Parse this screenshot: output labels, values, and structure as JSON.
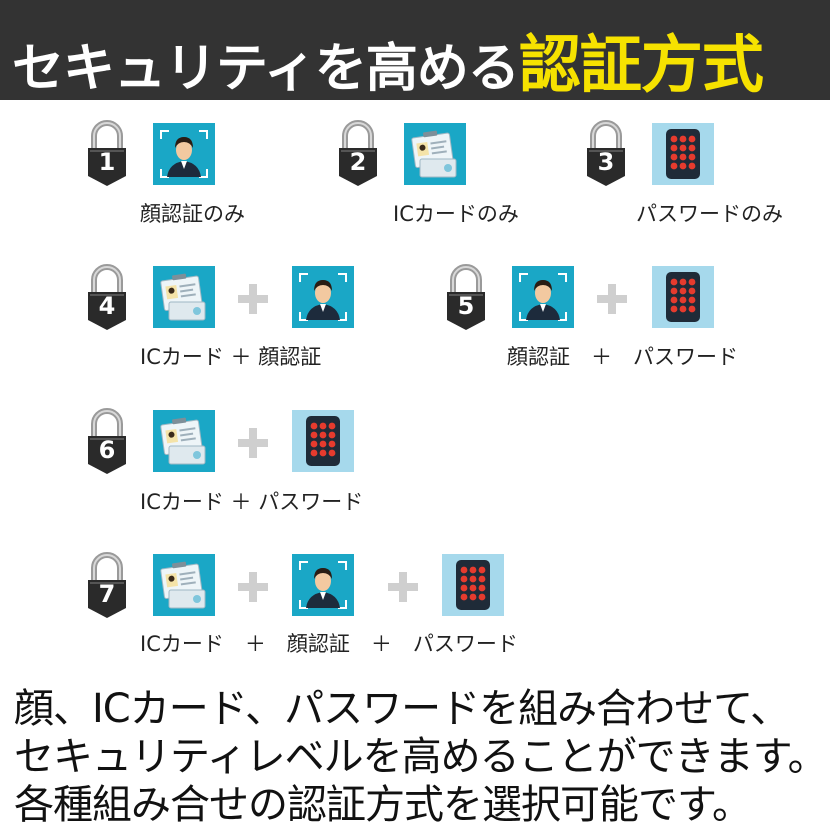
{
  "header": {
    "title_main": "セキュリティを高める",
    "title_highlight": "認証方式"
  },
  "methods": [
    {
      "number": "1",
      "label": "顔認証のみ"
    },
    {
      "number": "2",
      "label": "ICカードのみ"
    },
    {
      "number": "3",
      "label": "パスワードのみ"
    },
    {
      "number": "4",
      "label": "ICカード ＋ 顔認証"
    },
    {
      "number": "5",
      "label": "顔認証　＋　パスワード"
    },
    {
      "number": "6",
      "label": "ICカード ＋ パスワード"
    },
    {
      "number": "7",
      "label": "ICカード　＋　顔認証　＋　パスワード"
    }
  ],
  "description": {
    "line1": "顔、ICカード、パスワードを組み合わせて、",
    "line2": "セキュリティレベルを高めることができます。",
    "line3": "各種組み合せの認証方式を選択可能です。"
  },
  "icons": {
    "lock": "padlock-icon",
    "face": "face-recognition-icon",
    "card": "id-card-icon",
    "password": "keypad-icon",
    "plus": "plus-icon"
  },
  "colors": {
    "header_bg": "#333333",
    "highlight": "#f6e200",
    "icon_teal": "#1aa7c6",
    "icon_light": "#a6d9ec",
    "plus_gray": "#cfcfcf",
    "lock_dark": "#2a2a2a"
  }
}
